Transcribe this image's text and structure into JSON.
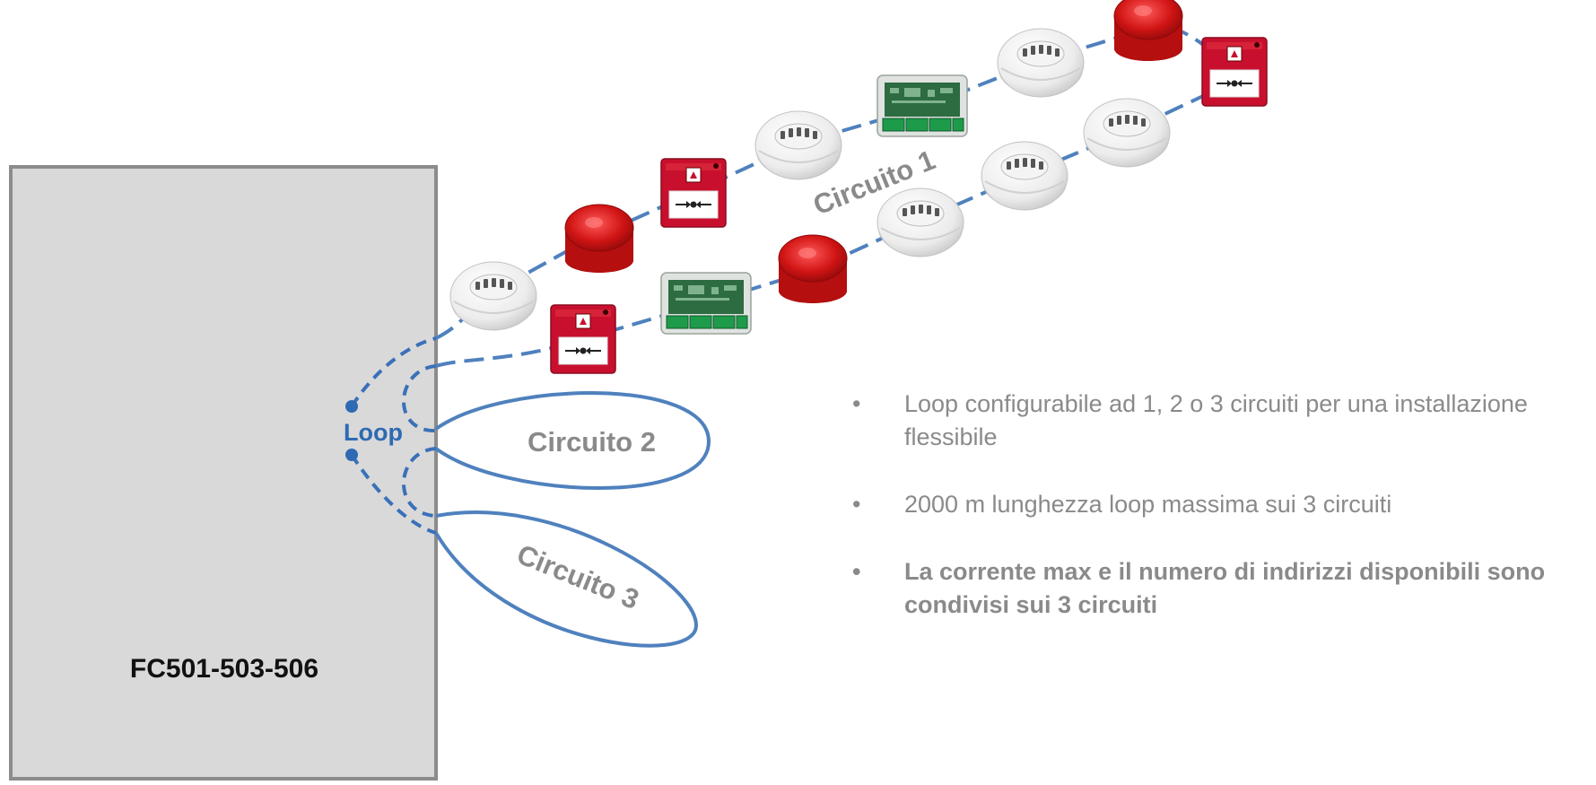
{
  "panel": {
    "label": "FC501-503-506"
  },
  "loop": {
    "label": "Loop"
  },
  "circuits": [
    {
      "label": "Circuito 1"
    },
    {
      "label": "Circuito 2"
    },
    {
      "label": "Circuito 3"
    }
  ],
  "devices": {
    "smoke_detector": "smoke-detector-icon",
    "call_point": "manual-call-point-icon",
    "sounder": "sounder-icon",
    "module": "io-module-icon"
  },
  "bullets": [
    {
      "text": "Loop configurabile ad 1, 2 o 3 circuiti per una installazione flessibile"
    },
    {
      "text": "2000 m lunghezza loop massima sui 3 circuiti"
    },
    {
      "text": "La corrente max e il numero di indirizzi disponibili sono condivisi sui 3 circuiti"
    }
  ],
  "colors": {
    "wire": "#4f81bd",
    "loop_accent": "#2e6ab3",
    "panel_fill": "#d9d9d9",
    "panel_border": "#8c8c8c",
    "device_red": "#c8102e",
    "text_gray": "#8a8a8a"
  }
}
